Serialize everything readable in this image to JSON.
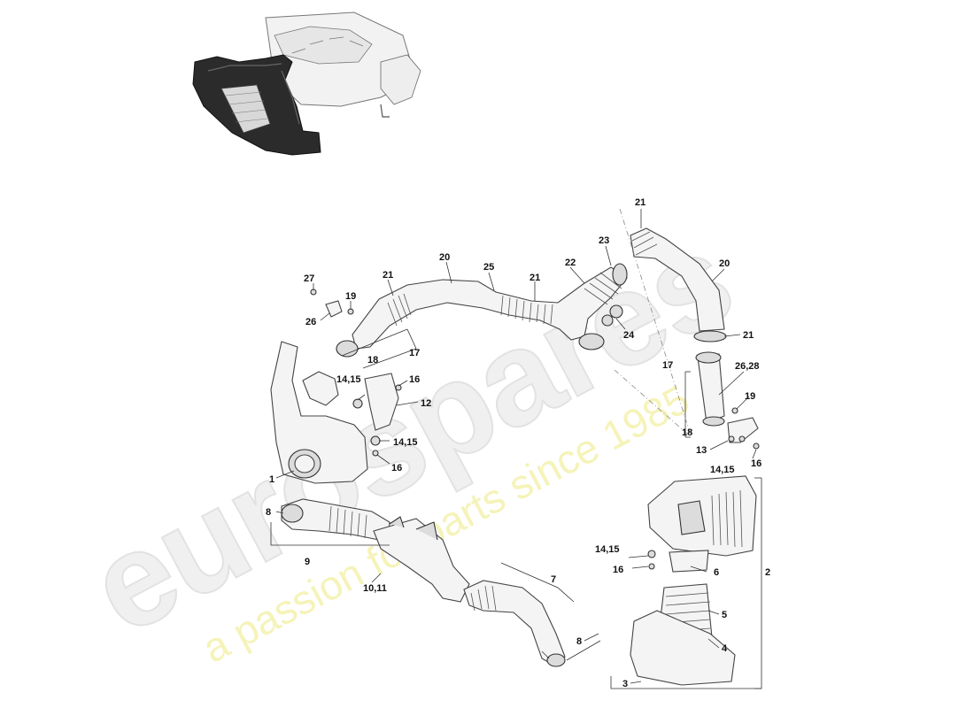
{
  "watermark": {
    "brand_text": "eurospares",
    "tagline": "a passion for parts since 1985"
  },
  "callouts": {
    "c1": "1",
    "c2": "2",
    "c3": "3",
    "c4": "4",
    "c5": "5",
    "c6": "6",
    "c7": "7",
    "c8a": "8",
    "c8b": "8",
    "c9": "9",
    "c10_11": "10,11",
    "c12": "12",
    "c13": "13",
    "c14_15a": "14,15",
    "c14_15b": "14,15",
    "c14_15c": "14,15",
    "c14_15d": "14,15",
    "c16a": "16",
    "c16b": "16",
    "c16c": "16",
    "c16d": "16",
    "c17a": "17",
    "c17b": "17",
    "c18a": "18",
    "c18b": "18",
    "c19a": "19",
    "c19b": "19",
    "c20a": "20",
    "c20b": "20",
    "c21a": "21",
    "c21b": "21",
    "c21c": "21",
    "c21d": "21",
    "c22": "22",
    "c23": "23",
    "c24": "24",
    "c25": "25",
    "c26": "26",
    "c26_28": "26,28",
    "c27": "27"
  }
}
